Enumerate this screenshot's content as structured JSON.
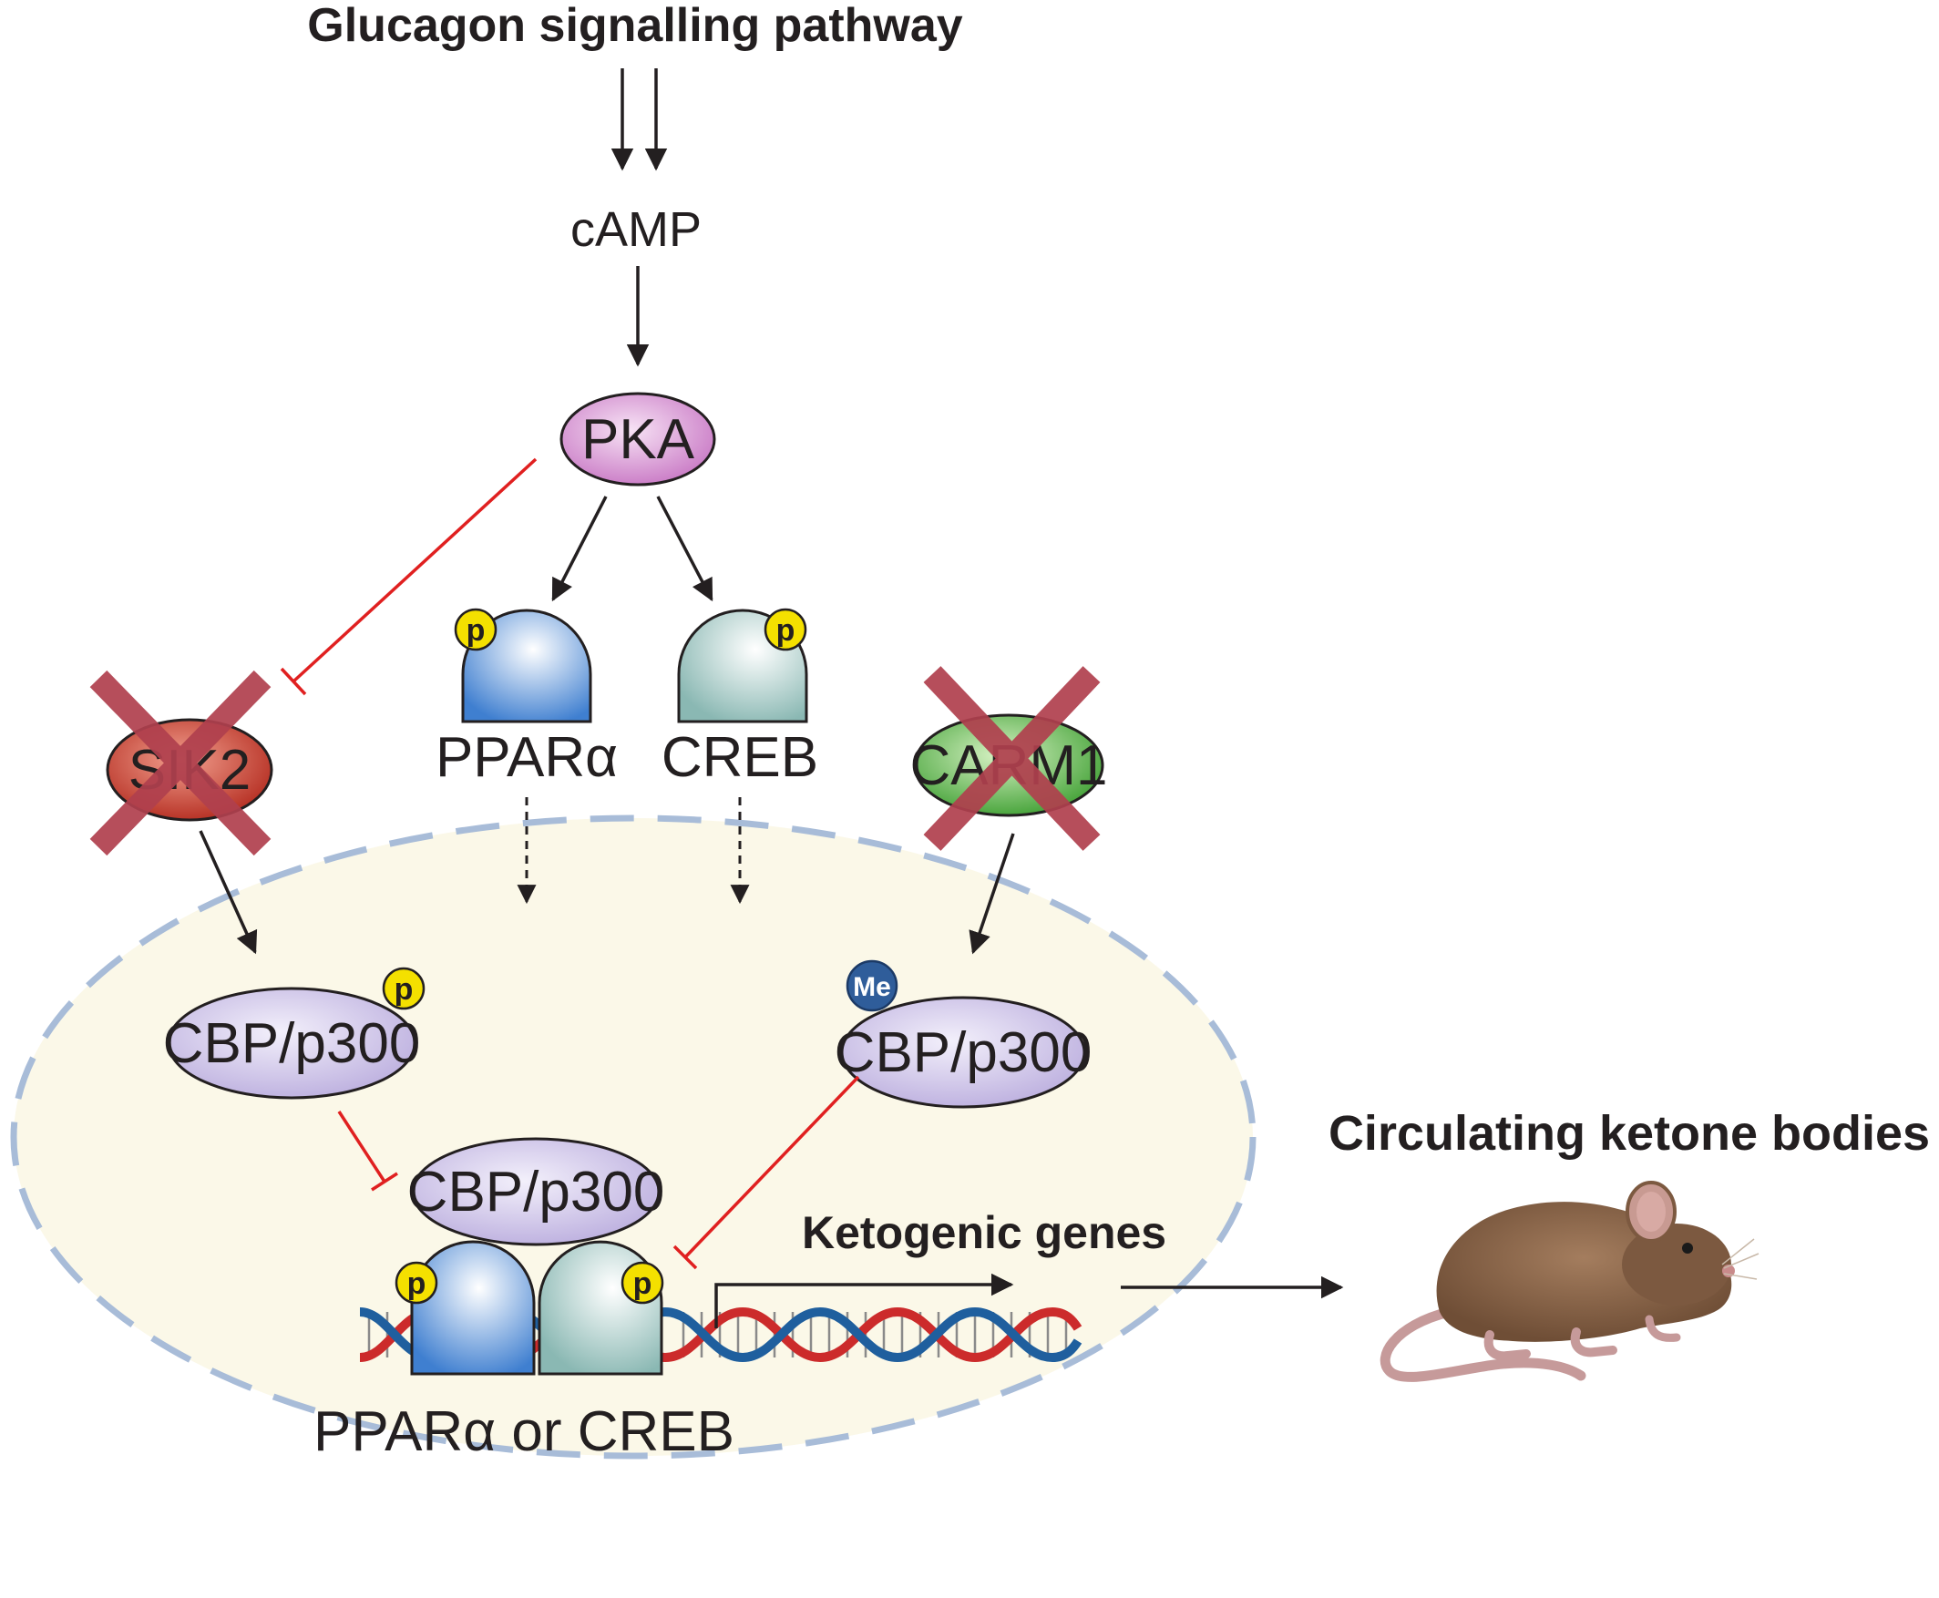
{
  "title": "Glucagon signalling pathway",
  "nodes": {
    "camp": "cAMP",
    "pka": "PKA",
    "sik2": "SIK2",
    "carm1": "CARM1",
    "ppara": "PPARα",
    "creb": "CREB",
    "cbp_left": "CBP/p300",
    "cbp_right": "CBP/p300",
    "cbp_center": "CBP/p300",
    "dna_label": "PPARα or CREB",
    "ketogenic_genes": "Ketogenic genes",
    "outcome": "Circulating ketone bodies"
  },
  "badges": {
    "phospho": "p",
    "methyl": "Me"
  },
  "icons": [
    "sik2-knockout-cross-icon",
    "carm1-knockout-cross-icon",
    "dna-helix-icon",
    "mouse-icon",
    "nucleus-outline-icon"
  ],
  "colors": {
    "pka": "#d48ed0",
    "sik2": "#c0392b",
    "carm1": "#4caf3c",
    "cbp": "#c8bde6",
    "ppara": "#4a8ad4",
    "creb": "#9cc4c0",
    "phospho_badge": "#f4e000",
    "methyl_badge": "#2f5d9a",
    "inhibition": "#e02020",
    "knockout_cross": "#b0404e",
    "nucleus_fill": "#fbf8e8",
    "nucleus_border": "#a8bcd8",
    "mouse_body": "#8a6448"
  }
}
